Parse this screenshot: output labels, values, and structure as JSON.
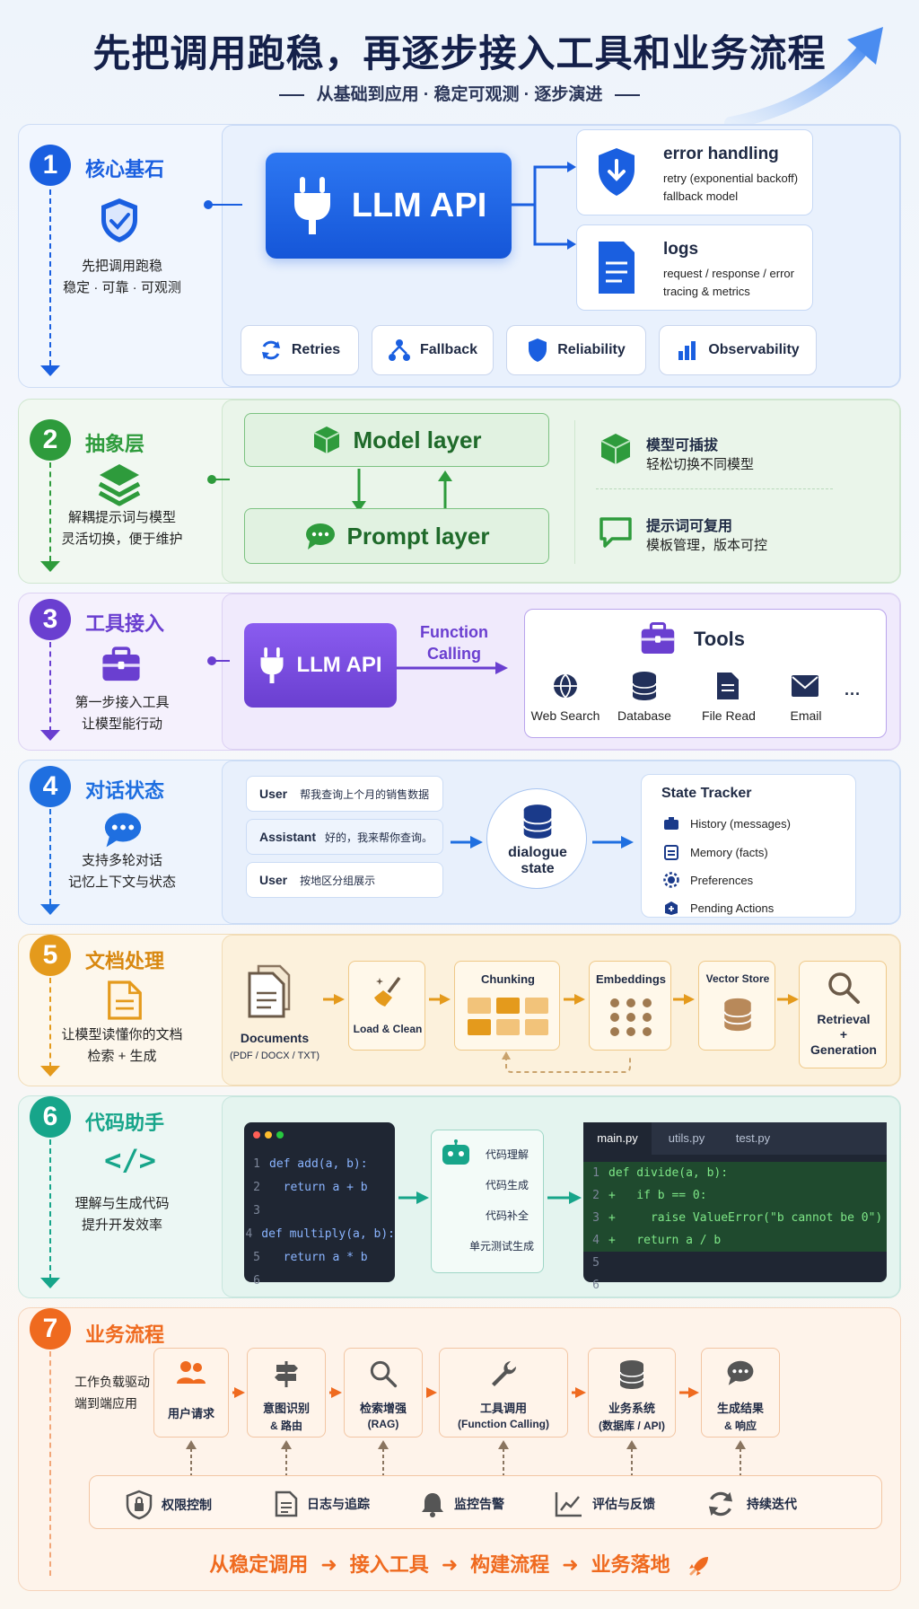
{
  "header": {
    "title": "先把调用跑稳，再逐步接入工具和业务流程",
    "subtitle_parts": [
      "从基础到应用",
      "稳定可观测",
      "逐步演进"
    ]
  },
  "colors": {
    "s1": "#1a5fe0",
    "s2": "#2e9b3c",
    "s3": "#6a3fd0",
    "s4": "#1f6fe0",
    "s5": "#e49a1c",
    "s6": "#17a58a",
    "s7": "#ef6a1f"
  },
  "s1": {
    "num": "1",
    "title": "核心基石",
    "desc1": "先把调用跑稳",
    "desc2": "稳定 · 可靠 · 可观测",
    "api_label": "LLM API",
    "error": {
      "title": "error handling",
      "line1": "retry (exponential backoff)",
      "line2": "fallback model"
    },
    "logs": {
      "title": "logs",
      "line1": "request / response / error",
      "line2": "tracing & metrics"
    },
    "pills": [
      "Retries",
      "Fallback",
      "Reliability",
      "Observability"
    ]
  },
  "s2": {
    "num": "2",
    "title": "抽象层",
    "desc1": "解耦提示词与模型",
    "desc2": "灵活切换，便于维护",
    "model_layer": "Model layer",
    "prompt_layer": "Prompt layer",
    "f1_title": "模型可插拔",
    "f1_desc": "轻松切换不同模型",
    "f2_title": "提示词可复用",
    "f2_desc": "模板管理，版本可控"
  },
  "s3": {
    "num": "3",
    "title": "工具接入",
    "desc1": "第一步接入工具",
    "desc2": "让模型能行动",
    "api_label": "LLM API",
    "fc1": "Function",
    "fc2": "Calling",
    "tools_title": "Tools",
    "tools": [
      "Web Search",
      "Database",
      "File Read",
      "Email"
    ],
    "more": "···"
  },
  "s4": {
    "num": "4",
    "title": "对话状态",
    "desc1": "支持多轮对话",
    "desc2": "记忆上下文与状态",
    "messages": [
      {
        "role": "User",
        "text": "帮我查询上个月的销售数据"
      },
      {
        "role": "Assistant",
        "text": "好的，我来帮你查询。"
      },
      {
        "role": "User",
        "text": "按地区分组展示"
      }
    ],
    "state1": "dialogue",
    "state2": "state",
    "tracker_title": "State Tracker",
    "tracker_items": [
      "History (messages)",
      "Memory (facts)",
      "Preferences",
      "Pending Actions"
    ]
  },
  "s5": {
    "num": "5",
    "title": "文档处理",
    "desc1": "让模型读懂你的文档",
    "desc2": "检索 + 生成",
    "docs": "Documents",
    "docs_sub": "(PDF / DOCX / TXT)",
    "load": "Load & Clean",
    "chunking": "Chunking",
    "embeddings": "Embeddings",
    "vector": "Vector Store",
    "retrieval1": "Retrieval",
    "retrieval2": "+",
    "retrieval3": "Generation"
  },
  "s6": {
    "num": "6",
    "title": "代码助手",
    "desc1": "理解与生成代码",
    "desc2": "提升开发效率",
    "left_code": [
      {
        "n": "1",
        "t": "def add(a, b):"
      },
      {
        "n": "2",
        "t": "  return a + b"
      },
      {
        "n": "3",
        "t": ""
      },
      {
        "n": "4",
        "t": "def multiply(a, b):"
      },
      {
        "n": "5",
        "t": "  return a * b"
      },
      {
        "n": "6",
        "t": ""
      }
    ],
    "skills": [
      "代码理解",
      "代码生成",
      "代码补全",
      "单元测试生成"
    ],
    "tabs": [
      "main.py",
      "utils.py",
      "test.py"
    ],
    "right_code": [
      {
        "n": "1",
        "t": "def divide(a, b):"
      },
      {
        "n": "2",
        "t": "+   if b == 0:"
      },
      {
        "n": "3",
        "t": "+     raise ValueError(\"b cannot be 0\")"
      },
      {
        "n": "4",
        "t": "+   return a / b"
      },
      {
        "n": "5",
        "t": ""
      },
      {
        "n": "6",
        "t": ""
      }
    ]
  },
  "s7": {
    "num": "7",
    "title": "业务流程",
    "desc1": "工作负载驱动",
    "desc2": "端到端应用",
    "steps": [
      {
        "l1": "用户请求",
        "l2": ""
      },
      {
        "l1": "意图识别",
        "l2": "& 路由"
      },
      {
        "l1": "检索增强",
        "l2": "(RAG)"
      },
      {
        "l1": "工具调用",
        "l2": "(Function Calling)"
      },
      {
        "l1": "业务系统",
        "l2": "(数据库 / API)"
      },
      {
        "l1": "生成结果",
        "l2": "& 响应"
      }
    ],
    "bar": [
      "权限控制",
      "日志与追踪",
      "监控告警",
      "评估与反馈",
      "持续迭代"
    ]
  },
  "footer": {
    "parts": [
      "从稳定调用",
      "接入工具",
      "构建流程",
      "业务落地"
    ]
  }
}
